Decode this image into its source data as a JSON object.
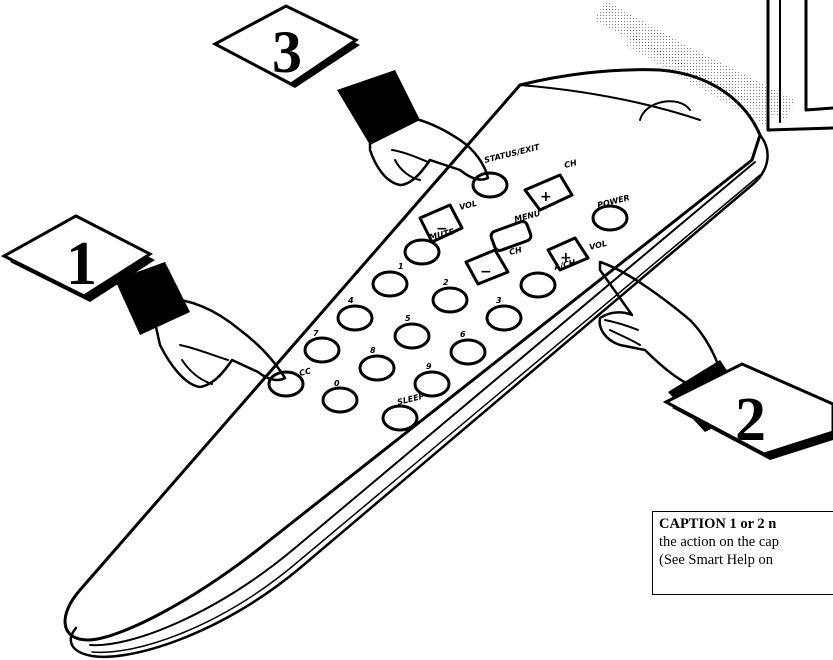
{
  "cards": {
    "one": "1",
    "two": "2",
    "three": "3"
  },
  "remote": {
    "status_exit": "STATUS/EXIT",
    "ch": "CH",
    "power": "POWER",
    "vol": "VOL",
    "menu": "MENU",
    "mute": "MUTE",
    "ach": "A/CH",
    "cc": "CC",
    "sleep": "SLEEP",
    "digits": [
      "1",
      "2",
      "3",
      "4",
      "5",
      "6",
      "7",
      "8",
      "9",
      "0"
    ]
  },
  "caption": {
    "lead": "CAPTION 1 or 2 n",
    "line2": "the action on the cap",
    "line3": "(See Smart Help on"
  }
}
